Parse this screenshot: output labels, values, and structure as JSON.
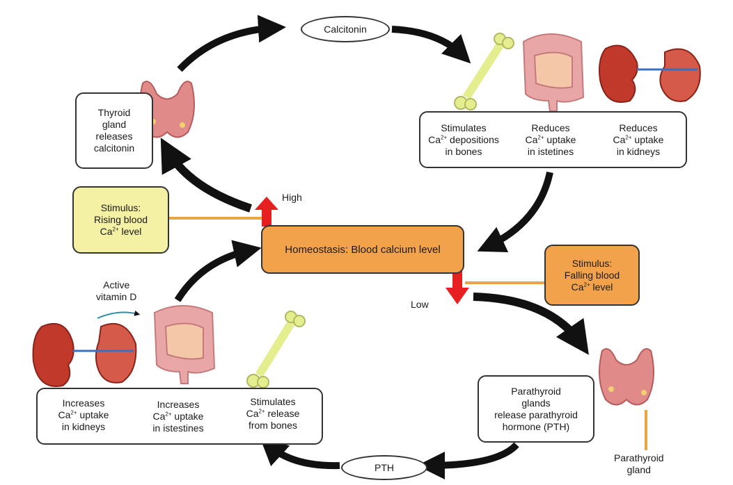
{
  "colors": {
    "stimulus_high_fill": "#f4f0a4",
    "stimulus_low_fill": "#f2a24a",
    "homeostasis_fill": "#f2a24a",
    "arrow_black": "#111111",
    "arrow_red": "#e62020",
    "connector_orange": "#e9a443",
    "thyroid": "#e08a8a",
    "kidney": "#c0392b",
    "bone": "#e4ee8f",
    "intestine": "#e9a6a6"
  },
  "calcitonin_label": "Calcitonin",
  "pth_label": "PTH",
  "thyroid_box": "Thyroid\ngland\nreleases\ncalcitonin",
  "effects_high": [
    {
      "pre": "Stimulates\nCa",
      "sup": "2+",
      "post": " depositions\nin bones"
    },
    {
      "pre": "Reduces\nCa",
      "sup": "2+",
      "post": " uptake\nin istetines"
    },
    {
      "pre": "Reduces\nCa",
      "sup": "2+",
      "post": " uptake\nin kidneys"
    }
  ],
  "stimulus_high": {
    "pre": "Stimulus:\nRising blood\nCa",
    "sup": "2+",
    "post": " level"
  },
  "high_label": "High",
  "homeostasis_label": "Homeostasis: Blood calcium level",
  "low_label": "Low",
  "stimulus_low": {
    "pre": "Stimulus:\nFalling blood\nCa",
    "sup": "2+",
    "post": " level"
  },
  "vitamin_label": "Active\nvitamin D",
  "effects_low": [
    {
      "pre": "Increases\nCa",
      "sup": "2+",
      "post": " uptake\nin kidneys"
    },
    {
      "pre": "Increases\nCa",
      "sup": "2+",
      "post": " uptake\nin istestines"
    },
    {
      "pre": "Stimulates\nCa",
      "sup": "2+",
      "post": " release\nfrom bones"
    }
  ],
  "parathyroid_box": "Parathyroid\nglands\nrelease parathyroid\nhormone (PTH)",
  "parathyroid_label": "Parathyroid\ngland",
  "icons": [
    "thyroid-icon",
    "bone-icon",
    "intestine-icon",
    "kidney-icon",
    "parathyroid-icon"
  ]
}
